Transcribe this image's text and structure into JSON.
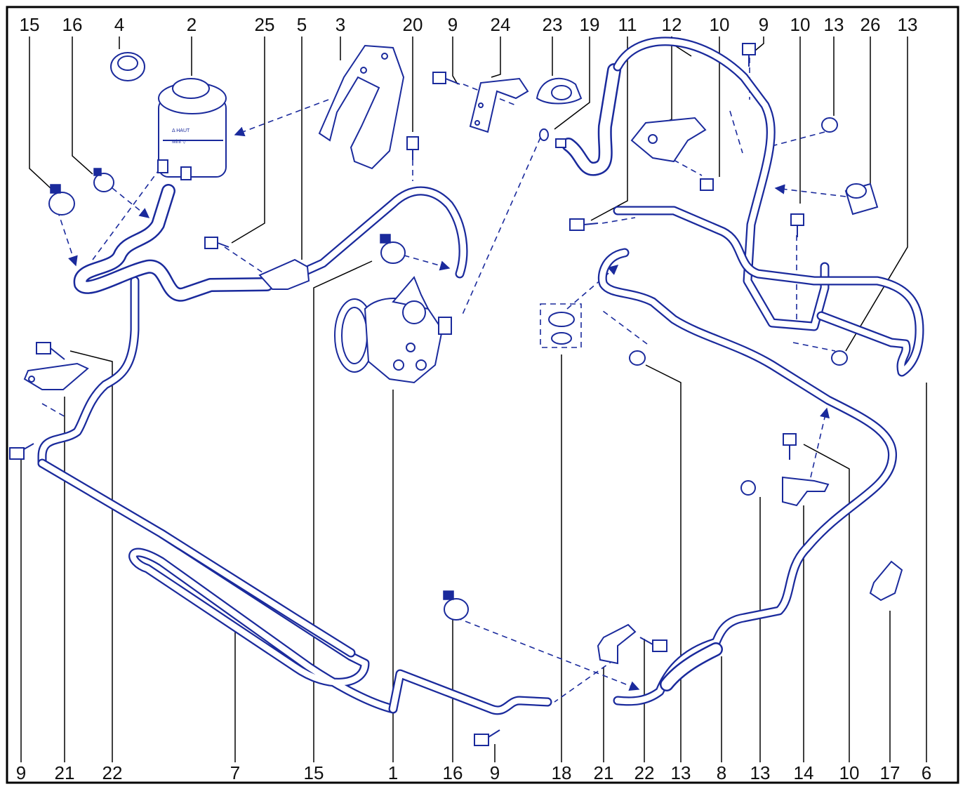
{
  "callouts_top": [
    "15",
    "16",
    "4",
    "2",
    "25",
    "5",
    "3",
    "20",
    "9",
    "24",
    "23",
    "19",
    "11",
    "12",
    "10",
    "9",
    "10",
    "13",
    "26",
    "13"
  ],
  "callouts_bottom": [
    "9",
    "21",
    "22",
    "7",
    "15",
    "1",
    "16",
    "9",
    "18",
    "21",
    "22",
    "13",
    "8",
    "13",
    "14",
    "10",
    "17",
    "6"
  ],
  "reservoir_text": [
    "Δ HAUT",
    "Mini ▽"
  ],
  "colors": {
    "line": "#1a2a9c",
    "frame": "#000000",
    "background": "#ffffff"
  }
}
